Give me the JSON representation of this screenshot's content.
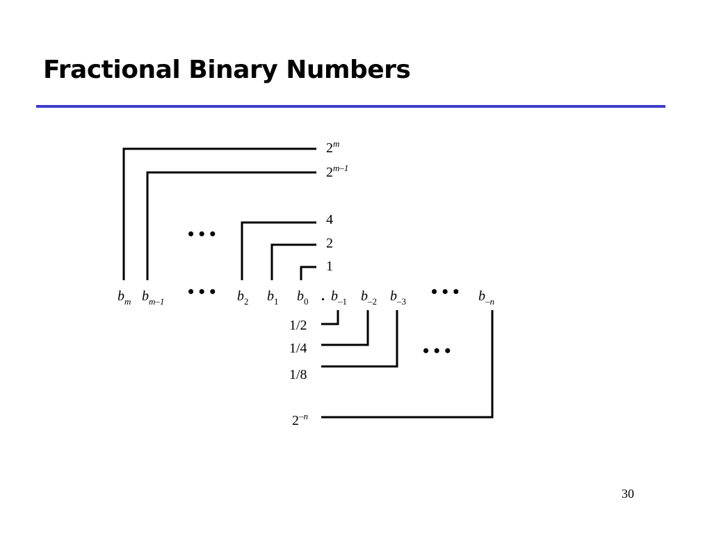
{
  "slide": {
    "title": "Fractional Binary Numbers",
    "page_number": "30",
    "accent_color": "#3c3cc8"
  },
  "diagram": {
    "bits": [
      {
        "base": "b",
        "sub": "m"
      },
      {
        "base": "b",
        "sub": "m–1"
      },
      {
        "base": "b",
        "sub": "2"
      },
      {
        "base": "b",
        "sub": "1"
      },
      {
        "base": "b",
        "sub": "0"
      },
      {
        "base": "b",
        "sub": "–1"
      },
      {
        "base": "b",
        "sub": "–2"
      },
      {
        "base": "b",
        "sub": "–3"
      },
      {
        "base": "b",
        "sub": "–n"
      }
    ],
    "binary_point": ".",
    "ellipsis": "• • •",
    "upper_weights": [
      {
        "base": "2",
        "sup": "m"
      },
      {
        "base": "2",
        "sup": "m–1"
      },
      {
        "base": "4",
        "sup": ""
      },
      {
        "base": "2",
        "sup": ""
      },
      {
        "base": "1",
        "sup": ""
      }
    ],
    "lower_weights": [
      {
        "base": "1/2",
        "sup": ""
      },
      {
        "base": "1/4",
        "sup": ""
      },
      {
        "base": "1/8",
        "sup": ""
      },
      {
        "base": "2",
        "sup": "–n"
      }
    ]
  }
}
